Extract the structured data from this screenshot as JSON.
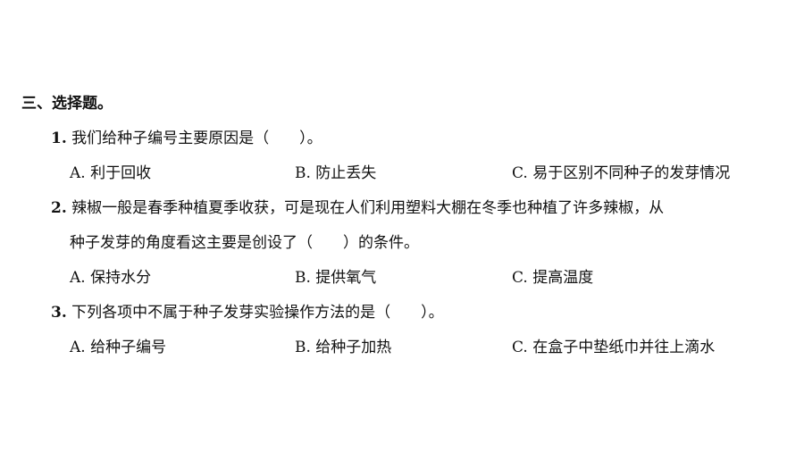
{
  "section": {
    "title": "三、选择题。"
  },
  "questions": [
    {
      "number": "1.",
      "lines": [
        "我们给种子编号主要原因是（　　）。"
      ],
      "options": [
        "A. 利于回收",
        "B. 防止丢失",
        "C. 易于区别不同种子的发芽情况"
      ]
    },
    {
      "number": "2.",
      "lines": [
        "辣椒一般是春季种植夏季收获，可是现在人们利用塑料大棚在冬季也种植了许多辣椒，从",
        "种子发芽的角度看这主要是创设了（　　）的条件。"
      ],
      "options": [
        "A. 保持水分",
        "B. 提供氧气",
        "C. 提高温度"
      ]
    },
    {
      "number": "3.",
      "lines": [
        "下列各项中不属于种子发芽实验操作方法的是（　　）。"
      ],
      "options": [
        "A. 给种子编号",
        "B. 给种子加热",
        "C. 在盒子中垫纸巾并往上滴水"
      ]
    }
  ]
}
